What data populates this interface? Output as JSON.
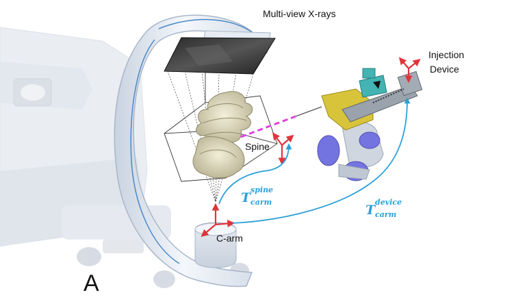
{
  "labels": {
    "xrays": "Multi-view X-rays",
    "injection_line1": "Injection",
    "injection_line2": "Device",
    "spine": "Spine",
    "carm": "C-arm",
    "panel": "A"
  },
  "transforms": {
    "spine": {
      "base": "T",
      "sup": "spine",
      "sub": "carm"
    },
    "device": {
      "base": "T",
      "sup": "device",
      "sub": "carm"
    }
  },
  "colors": {
    "transform_curve": "#2aa0d8",
    "axis_red": "#e0343b",
    "projection_dash": "#e040e0",
    "device_yellow": "#d8c43a",
    "robot_joint_blue": "#6f6fe0",
    "carm_white": "#eef2f7"
  }
}
